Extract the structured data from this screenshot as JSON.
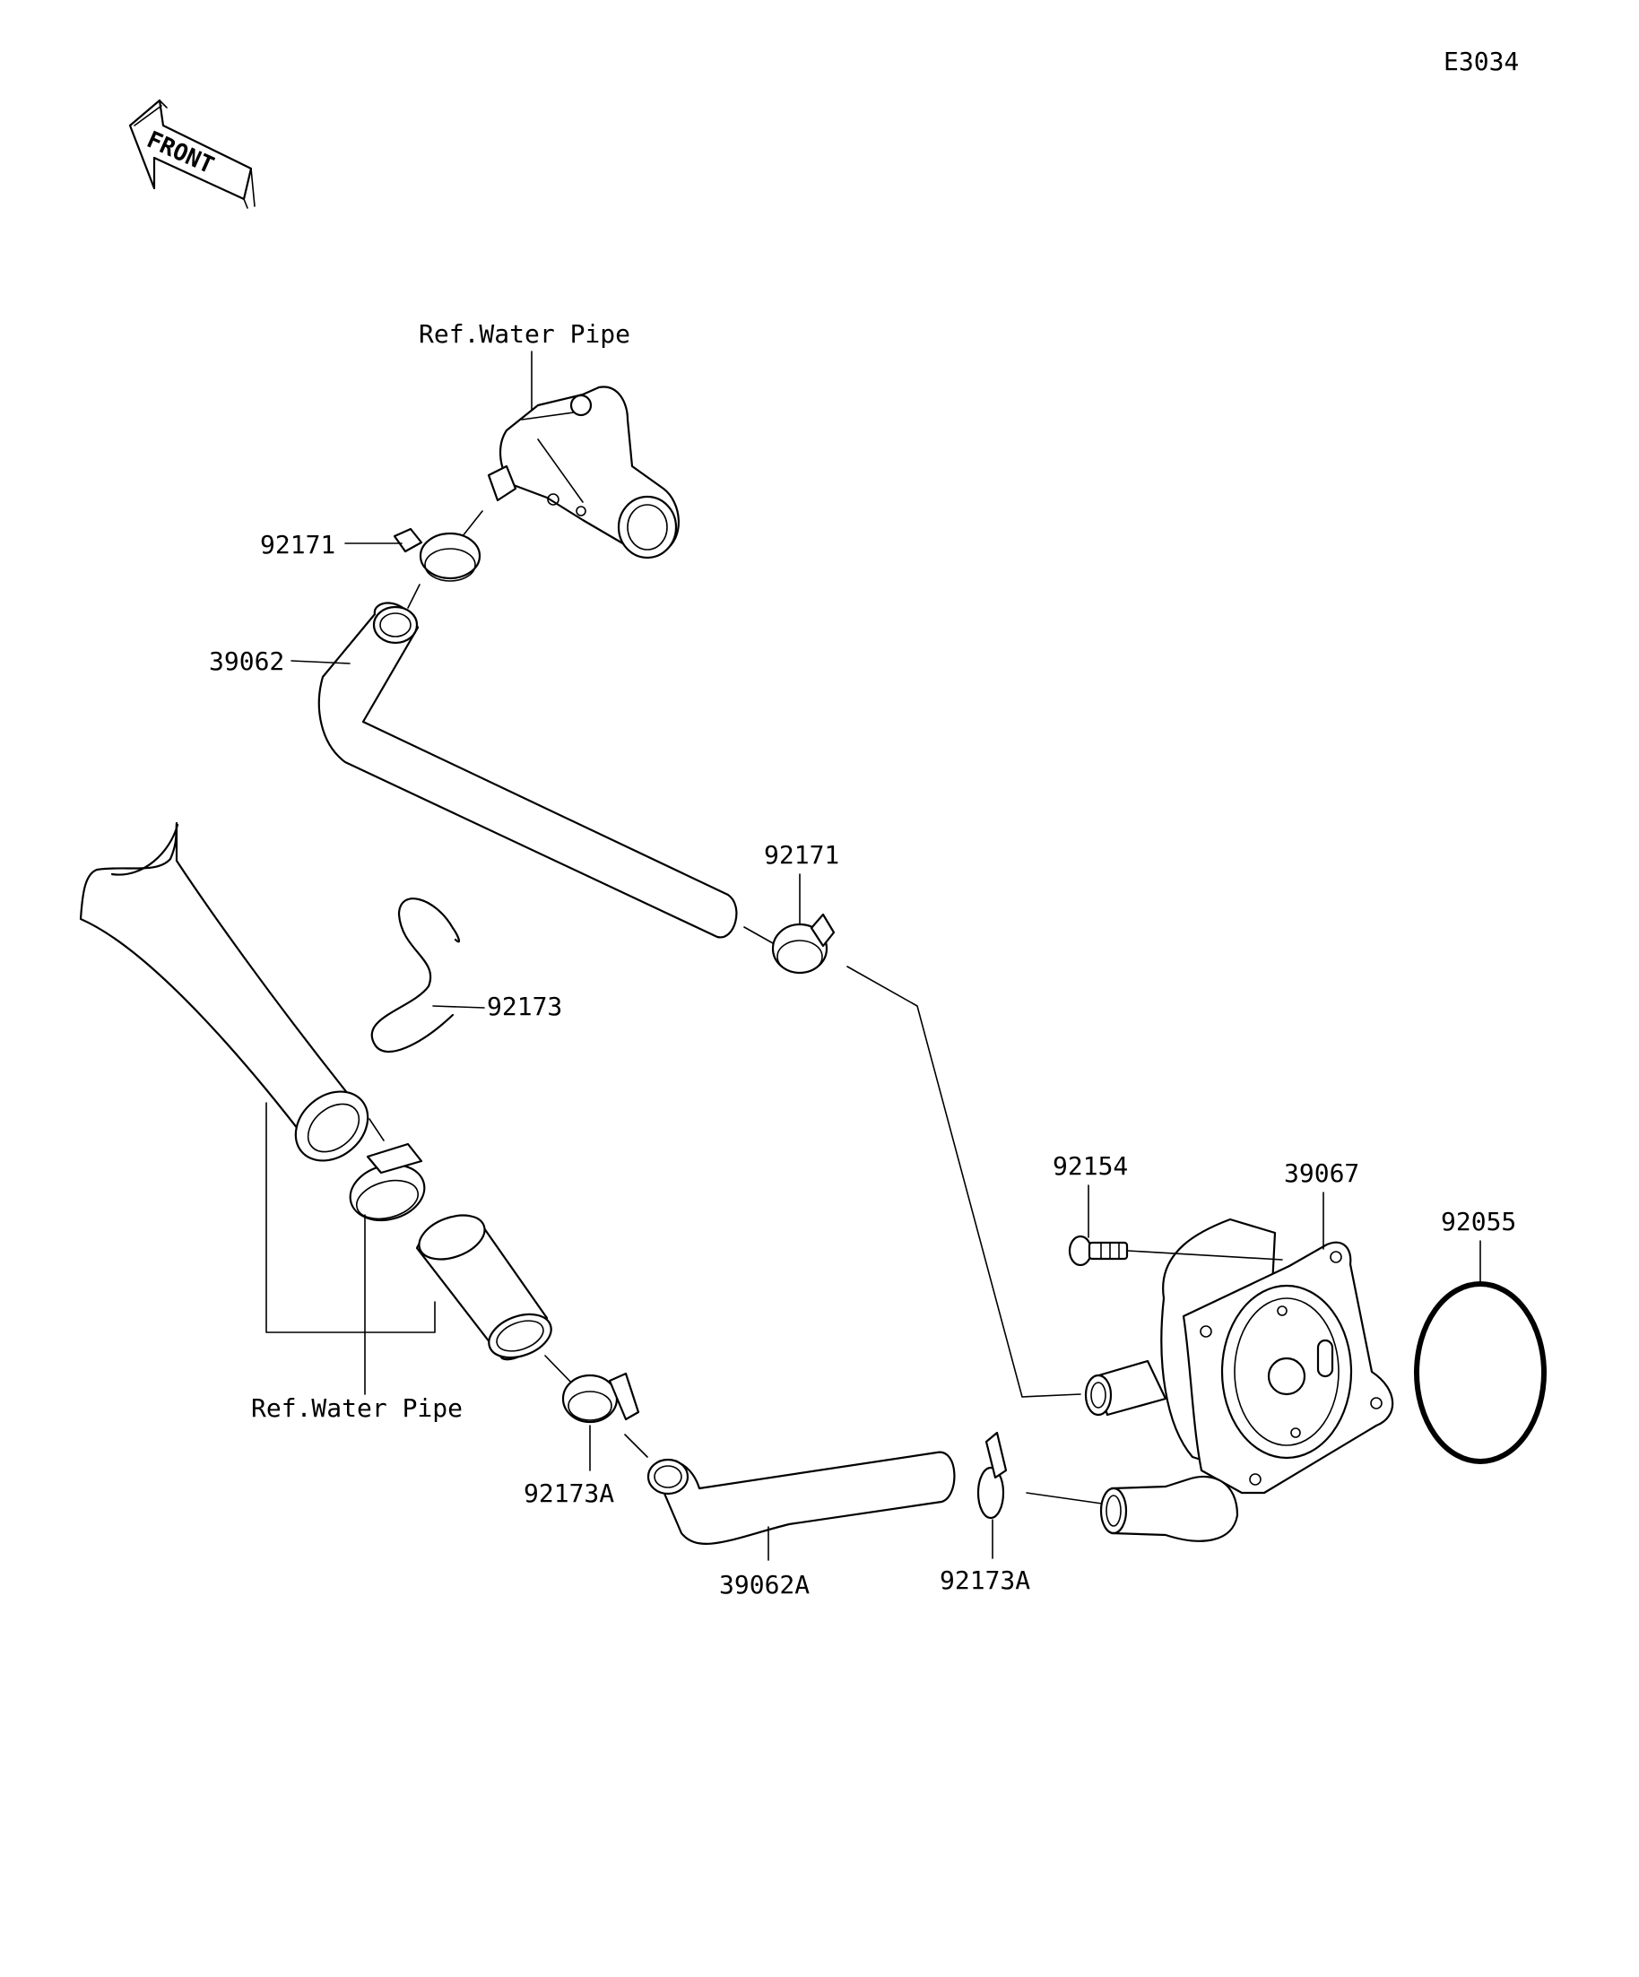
{
  "diagram_code": "E3034",
  "front_label": "FRONT",
  "labels": {
    "ref_water_pipe_top": "Ref.Water Pipe",
    "ref_water_pipe_bottom": "Ref.Water Pipe",
    "clamp_92171_top": "92171",
    "hose_39062": "39062",
    "clamp_92171_mid": "92171",
    "clip_92173": "92173",
    "bolt_92154": "92154",
    "cooler_39067": "39067",
    "oring_92055": "92055",
    "clamp_92173A_left": "92173A",
    "hose_39062A": "39062A",
    "clamp_92173A_right": "92173A"
  }
}
